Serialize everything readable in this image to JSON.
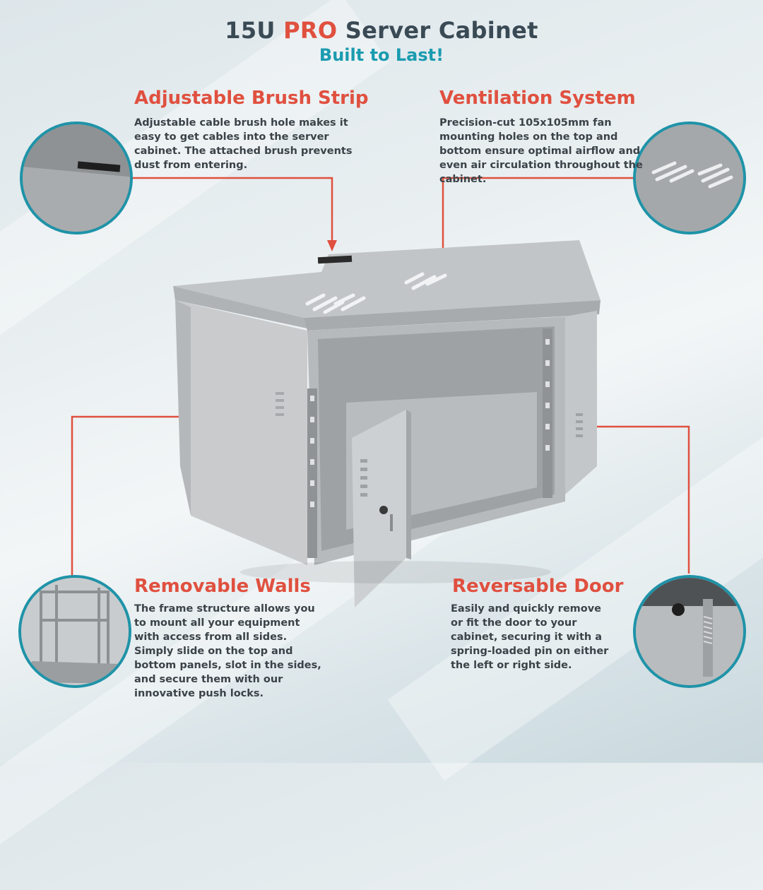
{
  "title": {
    "prefix": "15U ",
    "accent": "PRO",
    "suffix": " Server Cabinet"
  },
  "subtitle": "Built to Last!",
  "features": {
    "brush": {
      "heading": "Adjustable Brush Strip",
      "text": "Adjustable  cable brush hole makes it easy to get cables into the server cabinet. The attached brush prevents dust from entering."
    },
    "ventilation": {
      "heading": "Ventilation System",
      "text": "Precision-cut 105x105mm fan mounting holes on the top and bottom ensure optimal airflow and even air circulation throughout the cabinet."
    },
    "walls": {
      "heading": "Removable Walls",
      "text": "The frame structure allows you to mount all your equipment with access from all sides. Simply slide on the top and bottom panels, slot in the sides, and secure them with our innovative push locks."
    },
    "door": {
      "heading": "Reversable Door",
      "text": "Easily and quickly remove or fit the door to your cabinet, securing it with a spring-loaded pin on either the left or right side."
    }
  },
  "colors": {
    "accent": "#e0503f",
    "teal": "#1f93a8",
    "text": "#3b4349",
    "title": "#3a4a55"
  }
}
